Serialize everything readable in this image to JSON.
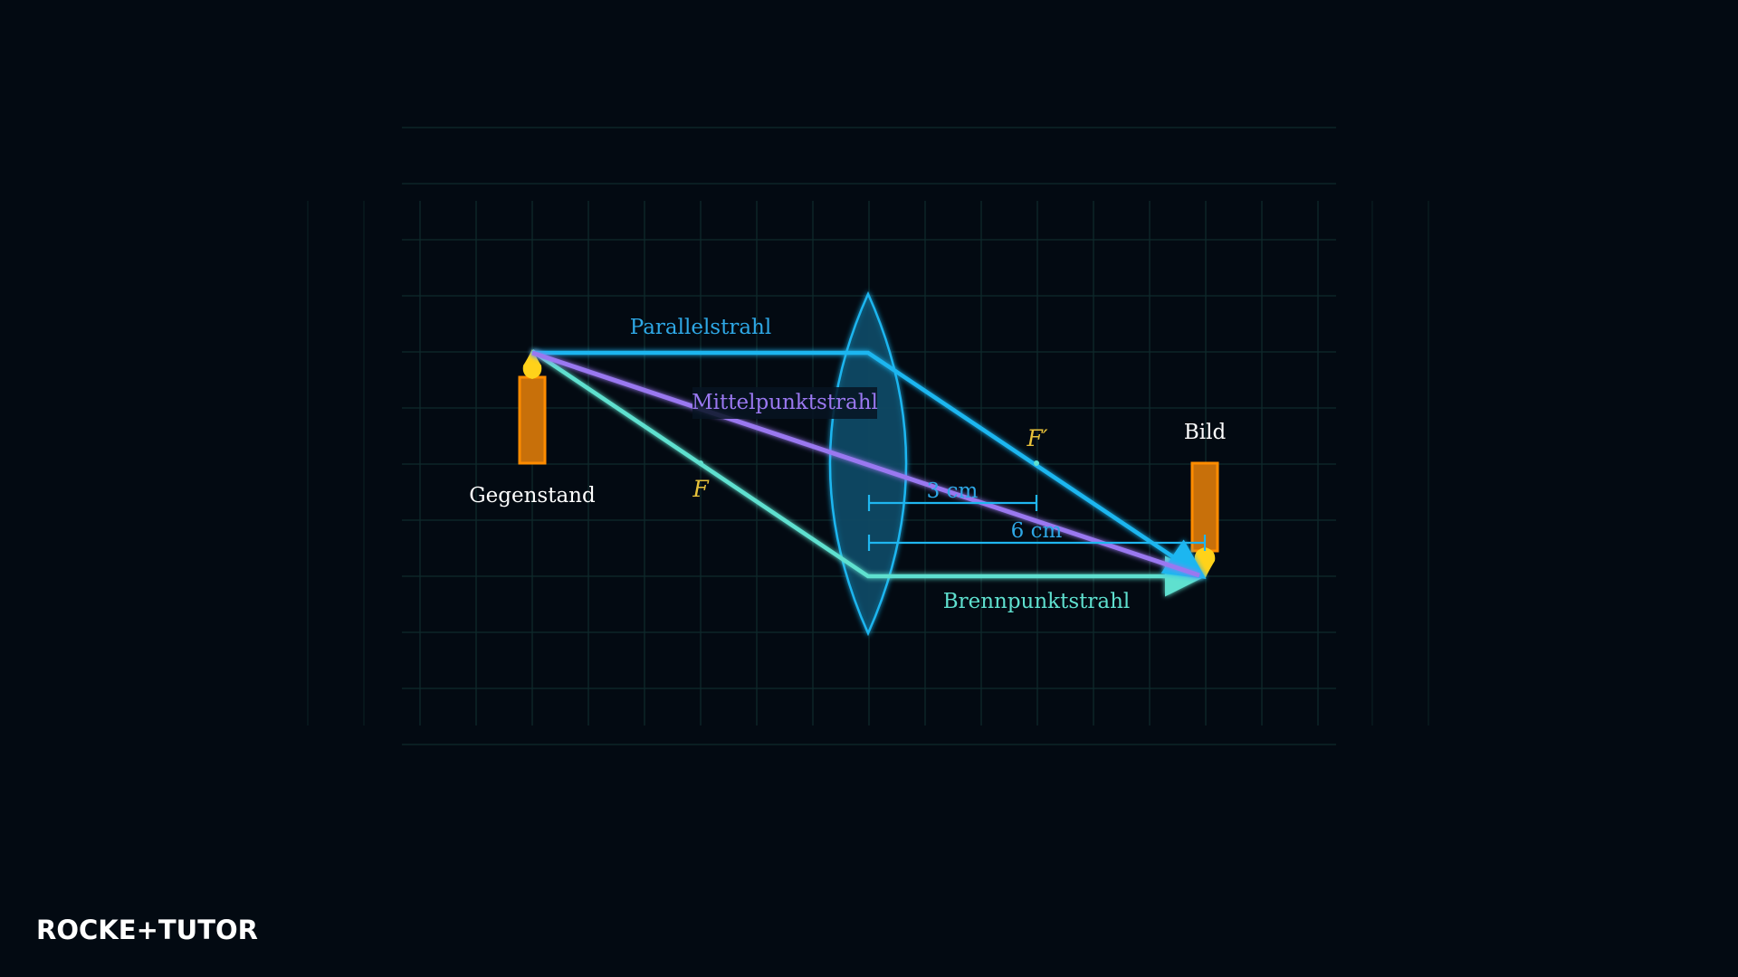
{
  "diagram": {
    "rays": {
      "parallel": "Parallelstrahl",
      "central": "Mittelpunktstrahl",
      "focal": "Brennpunktstrahl"
    },
    "object_label": "Gegenstand",
    "image_label": "Bild",
    "focal_point_left": "F",
    "focal_point_right": "F′",
    "focal_length": "3 cm",
    "image_distance": "6 cm"
  },
  "logo": {
    "text_left": "ROCKE",
    "plus": "+",
    "text_right": "TUTO",
    "text_end": "R"
  },
  "colors": {
    "background": "#030a12",
    "grid": "#0f2a2c",
    "optical_axis": "#5fe0cf",
    "parallel_ray": "#1fb6f0",
    "central_ray": "#9a78f0",
    "focal_ray": "#5fe0cf",
    "lens_fill": "#0d4a66",
    "lens_stroke": "#1fb6f0",
    "candle": "#d97a0a",
    "flame": "#ffd21a",
    "focal_point": "#e8c23a"
  }
}
